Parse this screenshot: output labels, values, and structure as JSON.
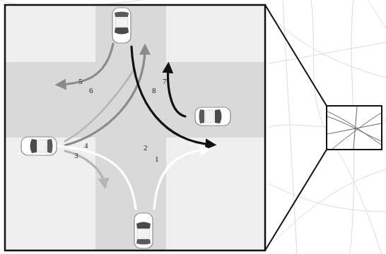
{
  "diagram": {
    "labels": [
      "5",
      "7",
      "6",
      "8",
      "4",
      "2",
      "3",
      "1"
    ]
  }
}
